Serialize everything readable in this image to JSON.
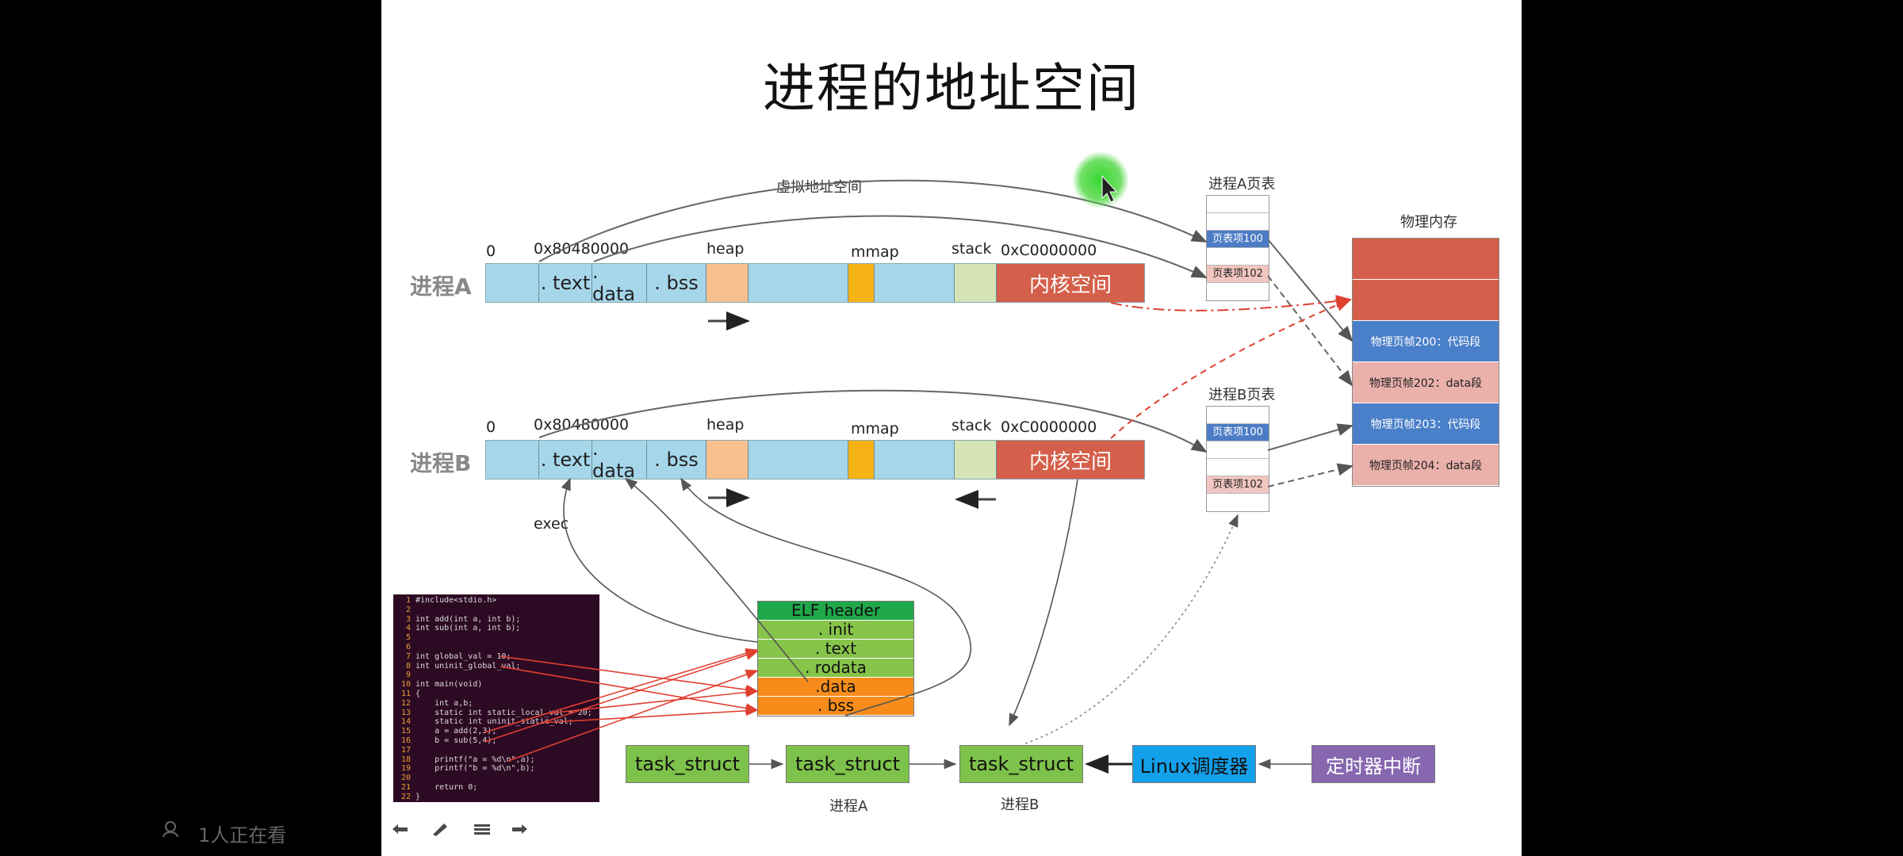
{
  "slide": {
    "title": "进程的地址空间",
    "virtual_space_label": "虚拟地址空间",
    "process_a": {
      "label": "进程A",
      "addr_zero": "0",
      "addr_text": "0x80480000",
      "heap": "heap",
      "mmap": "mmap",
      "stack": "stack",
      "addr_kernel": "0xC0000000",
      "seg_text": ". text",
      "seg_data": ". data",
      "seg_bss": ". bss",
      "kernel": "内核空间"
    },
    "process_b": {
      "label": "进程B",
      "addr_zero": "0",
      "addr_text": "0x80480000",
      "heap": "heap",
      "mmap": "mmap",
      "stack": "stack",
      "addr_kernel": "0xC0000000",
      "seg_text": ". text",
      "seg_data": ". data",
      "seg_bss": ". bss",
      "kernel": "内核空间"
    },
    "exec_label": "exec",
    "page_table_a": {
      "title": "进程A页表",
      "entry1": "页表项100",
      "entry2": "页表项102"
    },
    "page_table_b": {
      "title": "进程B页表",
      "entry1": "页表项100",
      "entry2": "页表项102"
    },
    "physical_memory": {
      "title": "物理内存",
      "frames": [
        "物理页帧200：代码段",
        "物理页帧202：data段",
        "物理页帧203：代码段",
        "物理页帧204：data段"
      ]
    },
    "elf": [
      "ELF header",
      ". init",
      ". text",
      ". rodata",
      ".data",
      ". bss"
    ],
    "code_lines": [
      [
        "1",
        "#include<stdio.h>"
      ],
      [
        "2",
        ""
      ],
      [
        "3",
        "int add(int a, int b);"
      ],
      [
        "4",
        "int sub(int a, int b);"
      ],
      [
        "5",
        ""
      ],
      [
        "6",
        ""
      ],
      [
        "7",
        "int global_val = 10;"
      ],
      [
        "8",
        "int uninit_global_val;"
      ],
      [
        "9",
        ""
      ],
      [
        "10",
        "int main(void)"
      ],
      [
        "11",
        "{"
      ],
      [
        "12",
        "    int a,b;"
      ],
      [
        "13",
        "    static int static_local_val = 20;"
      ],
      [
        "14",
        "    static int uninit_static_val;"
      ],
      [
        "15",
        "    a = add(2,3);"
      ],
      [
        "16",
        "    b = sub(5,4);"
      ],
      [
        "17",
        ""
      ],
      [
        "18",
        "    printf(\"a = %d\\n\",a);"
      ],
      [
        "19",
        "    printf(\"b = %d\\n\",b);"
      ],
      [
        "20",
        ""
      ],
      [
        "21",
        "    return 0;"
      ],
      [
        "22",
        "}"
      ]
    ],
    "task_chain": {
      "t1": "task_struct",
      "t2": "task_struct",
      "t3": "task_struct",
      "scheduler": "Linux调度器",
      "timer": "定时器中断",
      "label_a": "进程A",
      "label_b": "进程B"
    }
  },
  "player": {
    "viewers": "1人正在看"
  },
  "colors": {
    "kernel": "#d45f4a",
    "segment": "#a6d6ea",
    "heap": "#f9c08f",
    "mmap": "#f5b315",
    "stack": "#d6e4b8",
    "task": "#7dc24a",
    "scheduler": "#13a0ea",
    "timer": "#8767b0"
  }
}
